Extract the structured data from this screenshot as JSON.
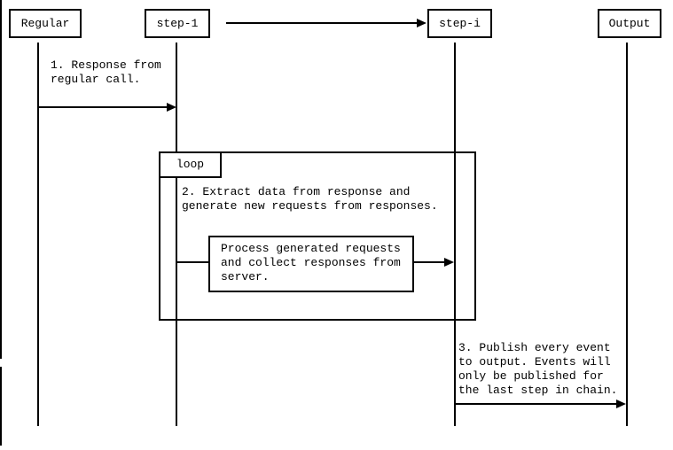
{
  "colors": {
    "line": "#000000",
    "background": "#ffffff",
    "text": "#000000"
  },
  "actors": [
    {
      "label": "Regular"
    },
    {
      "label": "step-1"
    },
    {
      "label": "step-i"
    },
    {
      "label": "Output"
    }
  ],
  "loop": {
    "label": "loop"
  },
  "messages": {
    "msg1": "1. Response from\nregular call.",
    "msg2": "2. Extract data from response and\ngenerate new requests from responses.",
    "process": "Process generated requests\nand collect responses from\nserver.",
    "msg3": "3. Publish every event\nto output. Events will\nonly be published for\nthe last step in chain."
  }
}
